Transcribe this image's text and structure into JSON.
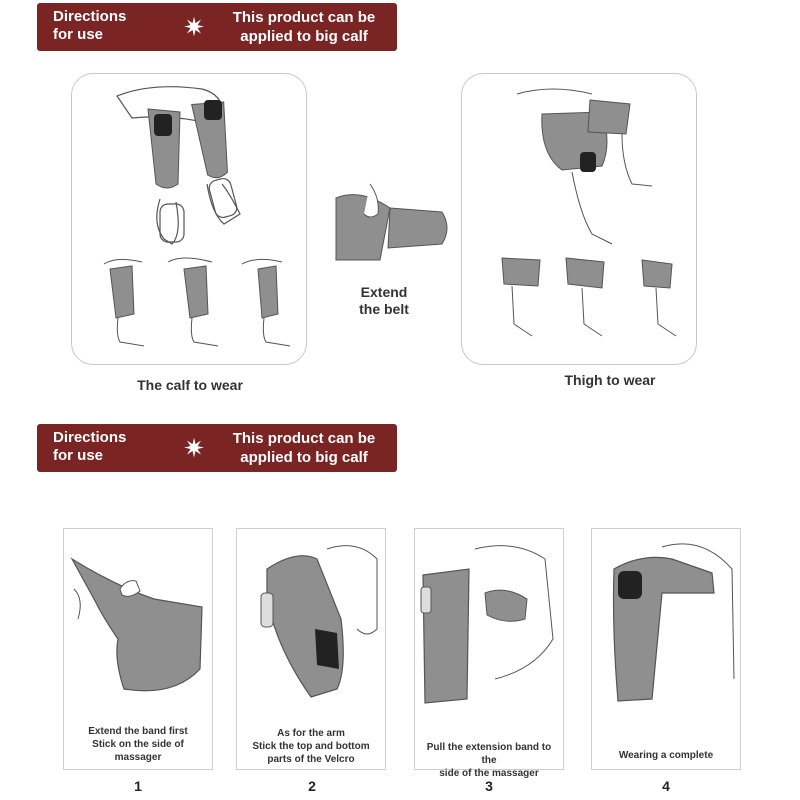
{
  "banners": [
    {
      "title_line1": "Directions",
      "title_line2": "for use",
      "star_icon": "star-burst-icon",
      "note_line1": "This product can be",
      "note_line2": "applied to big calf"
    },
    {
      "title_line1": "Directions",
      "title_line2": "for use",
      "star_icon": "star-burst-icon",
      "note_line1": "This product can be",
      "note_line2": "applied to big calf"
    }
  ],
  "legs": {
    "calf_caption": "The calf to wear",
    "thigh_caption": "Thigh to wear",
    "extend_line1": "Extend",
    "extend_line2": "the belt"
  },
  "steps": [
    {
      "number": "1",
      "text_lines": [
        "Extend the band first",
        "Stick on the side of",
        "massager"
      ]
    },
    {
      "number": "2",
      "text_lines": [
        "As for the arm",
        "Stick the top and bottom",
        "parts of the Velcro"
      ]
    },
    {
      "number": "3",
      "text_lines": [
        "Pull the extension band to the",
        "side of the massager"
      ]
    },
    {
      "number": "4",
      "text_lines": [
        "Wearing a complete"
      ]
    }
  ],
  "colors": {
    "banner": "#7a2424",
    "device": "#8f8f8f",
    "device_dark": "#6e6e6e",
    "line": "#555555"
  }
}
